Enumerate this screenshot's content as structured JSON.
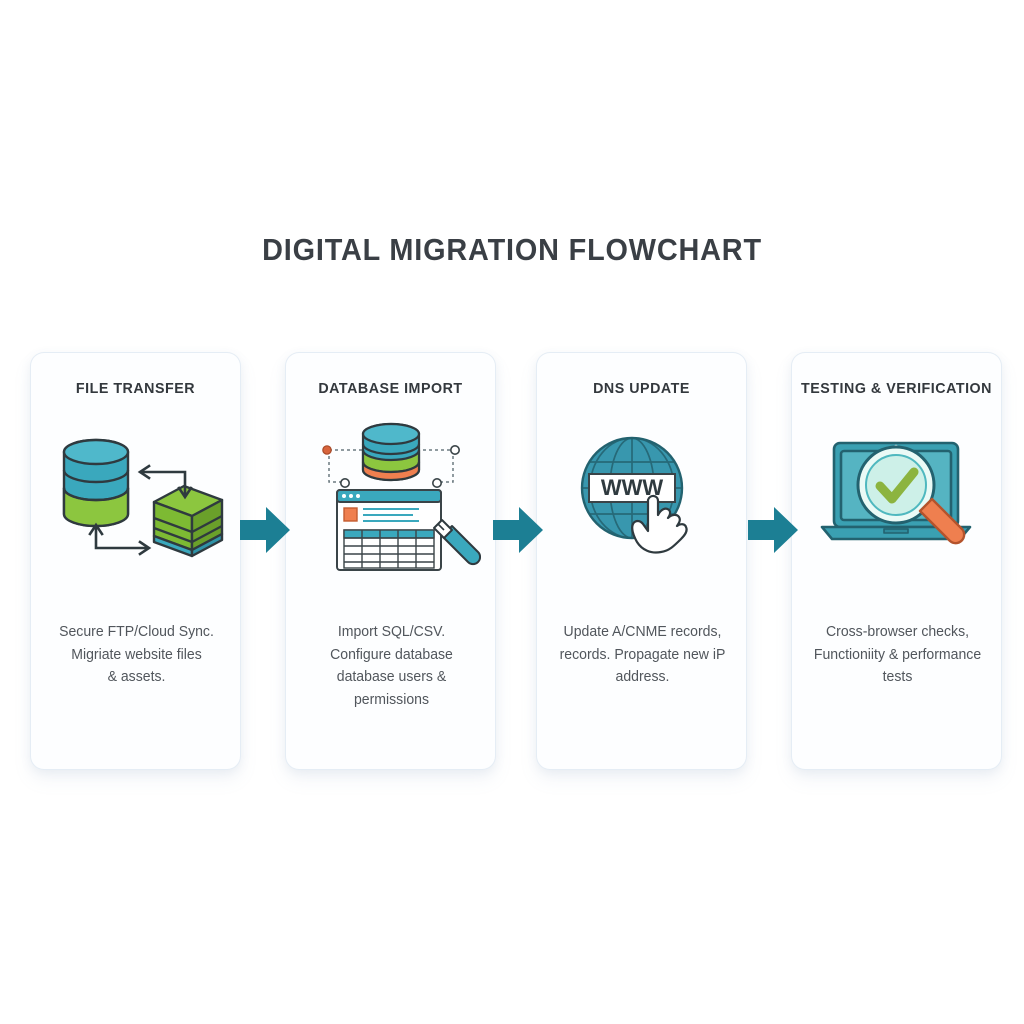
{
  "page": {
    "title": "DIGITAL MIGRATION FLOWCHART",
    "background_color": "#ffffff",
    "accent_color": "#1c7f94",
    "title_color": "#3a3f45"
  },
  "steps": [
    {
      "title": "FILE TRANSFER",
      "description": "Secure FTP/Cloud Sync.\nMigriate website files\n& assets.",
      "icon": "database-to-server-sync-icon"
    },
    {
      "title": "DATABASE IMPORT",
      "description": "Import SQL/CSV.\nConfigure database\ndatabase users &\npermissions",
      "icon": "database-spreadsheet-usb-icon"
    },
    {
      "title": "DNS UPDATE",
      "description": "Update A/CNME records,\nrecords. Propagate new iP\naddress.",
      "icon": "globe-www-click-icon",
      "globe_label": "WWW"
    },
    {
      "title": "TESTING & VERIFICATION",
      "description": "Cross-browser checks,\nFunctioniity & performance\ntests",
      "icon": "laptop-magnifier-check-icon"
    }
  ],
  "connectors": [
    {
      "name": "arrow-step1-to-step2",
      "direction": "right",
      "color": "#1c7f94"
    },
    {
      "name": "arrow-step2-to-step3",
      "direction": "right",
      "color": "#1c7f94"
    },
    {
      "name": "arrow-step3-to-step4",
      "direction": "right",
      "color": "#1c7f94"
    }
  ],
  "palette": {
    "teal": "#3aa8bd",
    "teal_dark": "#1c7f94",
    "green": "#8cc63f",
    "green_dark": "#6aa02a",
    "orange": "#ef7f4f",
    "mint": "#cdf0e8",
    "outline": "#2f3a3f"
  }
}
